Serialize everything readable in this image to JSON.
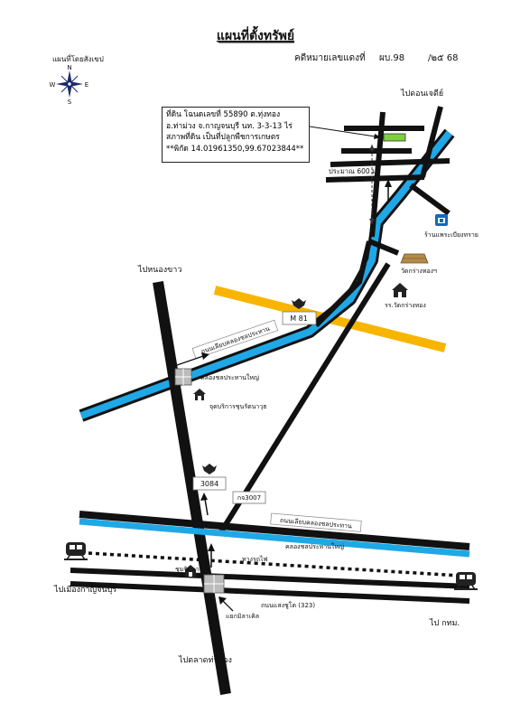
{
  "title": "แผนที่ตั้งทรัพย์",
  "header": {
    "legend_label": "แผนที่โดยสังเขป",
    "case_label": "คดีหมายเลขแดงที่",
    "case_prefix": "ผบ.98",
    "case_suffix": "/๒๕ 68"
  },
  "compass": {
    "n": "N",
    "s": "S",
    "e": "E",
    "w": "W"
  },
  "info_box": {
    "line1": "ที่ดิน โฉนดเลขที่ 55890  ต.ทุ่งทอง",
    "line2": "อ.ท่าม่วง  จ.กาญจนบุรี  นท. 3-3-13 ไร่",
    "line3": "สภาพที่ดิน  เป็นที่ปลูกพืชการเกษตร",
    "line4": "**พิกัด 14.01961350,99.67023844**"
  },
  "labels": {
    "to_donchedi": "ไปดอนเจดีย์",
    "distance": "ประมาณ 600 ม.",
    "market": "ร้านแพระเบียงทราย",
    "temple": "วัดกร่างทองฯ",
    "school": "รร.วัดกร่างทอง",
    "to_nongkhao": "ไปหนองขาว",
    "m81": "M 81",
    "canal_road_upper": "ถนนเลียบคลองชลประทาน",
    "canal_upper": "คลองชลประทานใหญ่",
    "service_center": "จุดบริการชุนรัตนาวุธ",
    "route_3084": "3084",
    "route_kj3007": "กจ3007",
    "canal_road_lower": "ถนนเลียบคลองชลประทาน",
    "canal_lower": "คลองชลประทานใหญ่",
    "railway": "ทางรถไฟ",
    "station": "ชุมรัตนาวุธ",
    "to_kanchanaburi": "ไปเมืองกาญจนบุรี",
    "road_323": "ถนนแสงชูโต (323)",
    "junction": "แยกมิลาเคิล",
    "to_bangkok": "ไป กทม.",
    "to_thamuang": "ไปตลาดท่าม่วง"
  },
  "colors": {
    "road": "#111111",
    "canal": "#1fa8e6",
    "motorway": "#f7b500",
    "plot": "#7dd13c",
    "market_icon": "#1565c0"
  }
}
